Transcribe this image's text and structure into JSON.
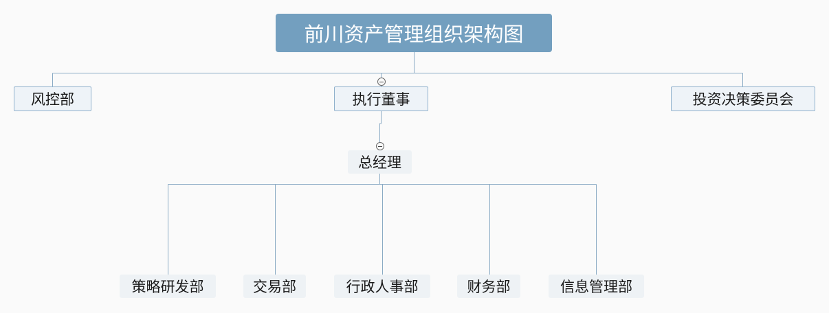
{
  "root": {
    "label": "前川资产管理组织架构图"
  },
  "level1": {
    "risk": "风控部",
    "executive": "执行董事",
    "investment": "投资决策委员会"
  },
  "general_manager": {
    "label": "总经理"
  },
  "departments": {
    "strategy": "策略研发部",
    "trading": "交易部",
    "admin_hr": "行政人事部",
    "finance": "财务部",
    "it": "信息管理部"
  },
  "colors": {
    "root_fill": "#739fbf",
    "connector": "#8aaac4",
    "node_fill": "#eef3f8",
    "node_border": "#8fb0cc"
  },
  "icons": {
    "collapse": "collapse-icon"
  }
}
